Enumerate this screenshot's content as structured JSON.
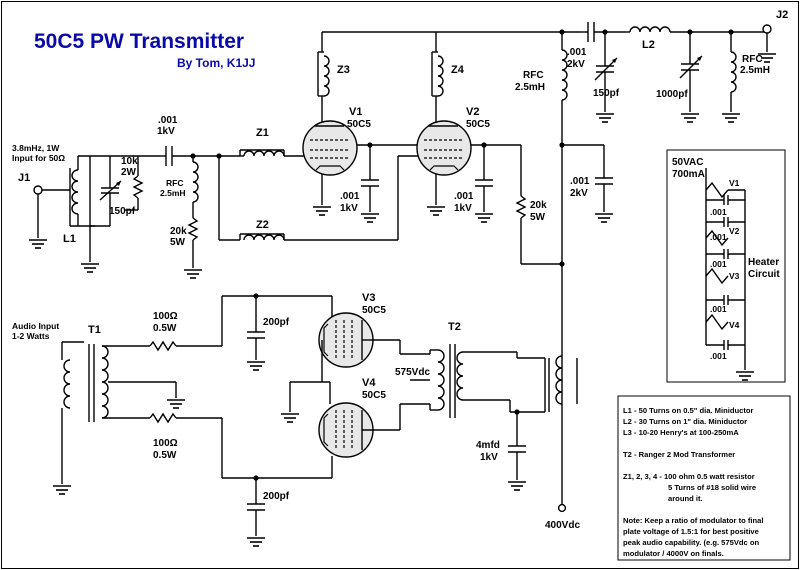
{
  "title": "50C5 PW Transmitter",
  "byline": "By Tom,  K1JJ",
  "input": {
    "note1": "3.8mHz, 1W",
    "note2": "Input for 50Ω",
    "jack": "J1",
    "coil": "L1"
  },
  "tune_cap": "150pf",
  "grid_res": {
    "value": "10k",
    "rating": "2W"
  },
  "coupling_cap": {
    "value": ".001",
    "rating": "1kV"
  },
  "grid_rfc": {
    "name": "RFC",
    "value": "2.5mH"
  },
  "grid_bias_res": {
    "value": "20k",
    "rating": "5W"
  },
  "z_labels": [
    "Z1",
    "Z2",
    "Z3",
    "Z4"
  ],
  "tubes": {
    "v1": {
      "name": "V1",
      "type": "50C5"
    },
    "v2": {
      "name": "V2",
      "type": "50C5"
    },
    "v3": {
      "name": "V3",
      "type": "50C5"
    },
    "v4": {
      "name": "V4",
      "type": "50C5"
    }
  },
  "screen_caps": {
    "v1": {
      "value": ".001",
      "rating": "1kV"
    },
    "v2": {
      "value": ".001",
      "rating": "1kV"
    }
  },
  "screen_res": {
    "value": "20k",
    "rating": "5W"
  },
  "plate_rfc": {
    "name": "RFC",
    "value": "2.5mH"
  },
  "bypass_cap": {
    "value": ".001",
    "rating": "2kV"
  },
  "out_coupling_cap": {
    "value": ".001",
    "rating": "2kV"
  },
  "pi_net": {
    "tune": "150pf",
    "coil": "L2",
    "load": "1000pf"
  },
  "out_rfc": {
    "name": "RFC",
    "value": "2.5mH"
  },
  "output_jack": "J2",
  "audio": {
    "input1": "Audio Input",
    "input2": "1-2 Watts",
    "t1": "T1",
    "t2": "T2",
    "res_top": {
      "value": "100Ω",
      "rating": "0.5W"
    },
    "res_bot": {
      "value": "100Ω",
      "rating": "0.5W"
    },
    "cap_top": "200pf",
    "cap_bot": "200pf",
    "mod_voltage": "575Vdc",
    "filter_cap": {
      "value": "4mfd",
      "rating": "1kV"
    },
    "supply": "400Vdc"
  },
  "heater": {
    "supply1": "50VAC",
    "supply2": "700mA",
    "label1": "Heater",
    "label2": "Circuit",
    "tubes": [
      "V1",
      "V2",
      "V3",
      "V4"
    ],
    "caps": [
      ".001",
      ".001",
      ".001",
      ".001",
      ".001"
    ]
  },
  "notes": {
    "l1": "L1 - 50 Turns on 0.5\" dia. Miniductor",
    "l2": "L2 - 30 Turns on 1\" dia. Miniductor",
    "l3": "L3 - 10-20 Henry's at 100-250mA",
    "t2": "T2 - Ranger 2 Mod Transformer",
    "z1": "Z1, 2, 3, 4 - 100 ohm 0.5 watt resistor",
    "z2": "5 Turns of #18 solid wire",
    "z3": "around it.",
    "n1": "Note: Keep a ratio of modulator to final",
    "n2": "plate voltage of 1.5:1 for best positive",
    "n3": "peak audio capability. (e.g. 575Vdc on",
    "n4": "modulator / 4000V on finals."
  }
}
